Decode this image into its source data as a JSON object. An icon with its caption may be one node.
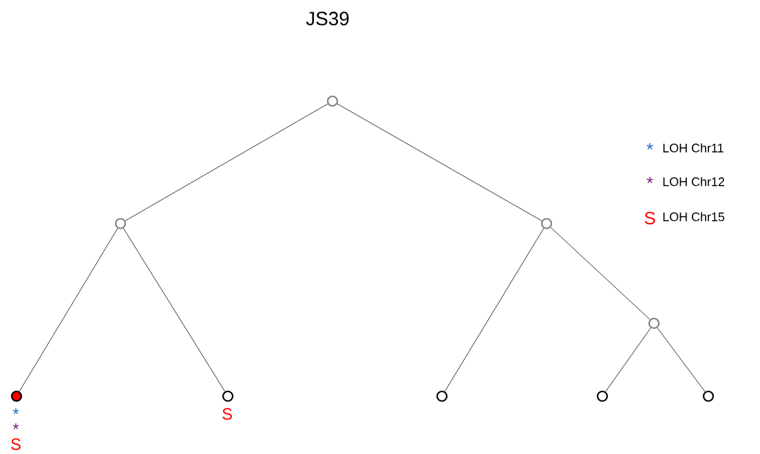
{
  "diagram": {
    "title": "JS39",
    "nodes": [
      {
        "text": [],
        "shape": "circle"
      },
      {
        "text": [],
        "shape": "circle"
      },
      {
        "text": [],
        "shape": "circle"
      },
      {
        "text": [],
        "shape": "circle"
      },
      {
        "text": [],
        "shape": "circle",
        "beside": [
          "*",
          "*",
          "S"
        ]
      },
      {
        "text": [],
        "shape": "circle",
        "beside": [
          "S"
        ]
      },
      {
        "text": [],
        "shape": "circle"
      },
      {
        "text": [],
        "shape": "circle"
      },
      {
        "text": [],
        "shape": "circle"
      }
    ],
    "edges": [
      {
        "from": 0,
        "to": 1,
        "arrow": "none"
      },
      {
        "from": 0,
        "to": 2,
        "arrow": "none"
      },
      {
        "from": 1,
        "to": 4,
        "arrow": "none"
      },
      {
        "from": 1,
        "to": 5,
        "arrow": "none"
      },
      {
        "from": 2,
        "to": 6,
        "arrow": "none"
      },
      {
        "from": 2,
        "to": 3,
        "arrow": "none"
      },
      {
        "from": 3,
        "to": 7,
        "arrow": "none"
      },
      {
        "from": 3,
        "to": 8,
        "arrow": "none"
      }
    ],
    "labels": [
      "*",
      "*",
      "S"
    ],
    "legend": [
      {
        "text": "LOH Chr11"
      },
      {
        "text": "LOH Chr12"
      },
      {
        "text": "LOH Chr15"
      }
    ]
  }
}
